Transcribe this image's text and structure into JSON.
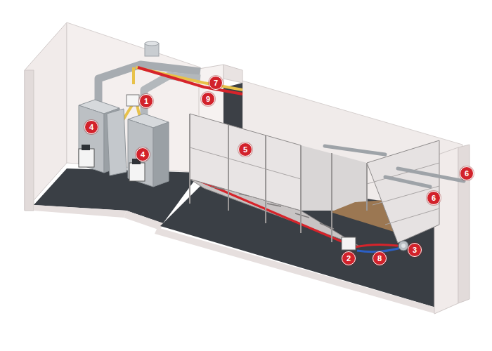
{
  "diagram": {
    "labels": [
      "7",
      "9",
      "1",
      "4",
      "4",
      "5",
      "6",
      "6",
      "3",
      "2",
      "8"
    ]
  }
}
